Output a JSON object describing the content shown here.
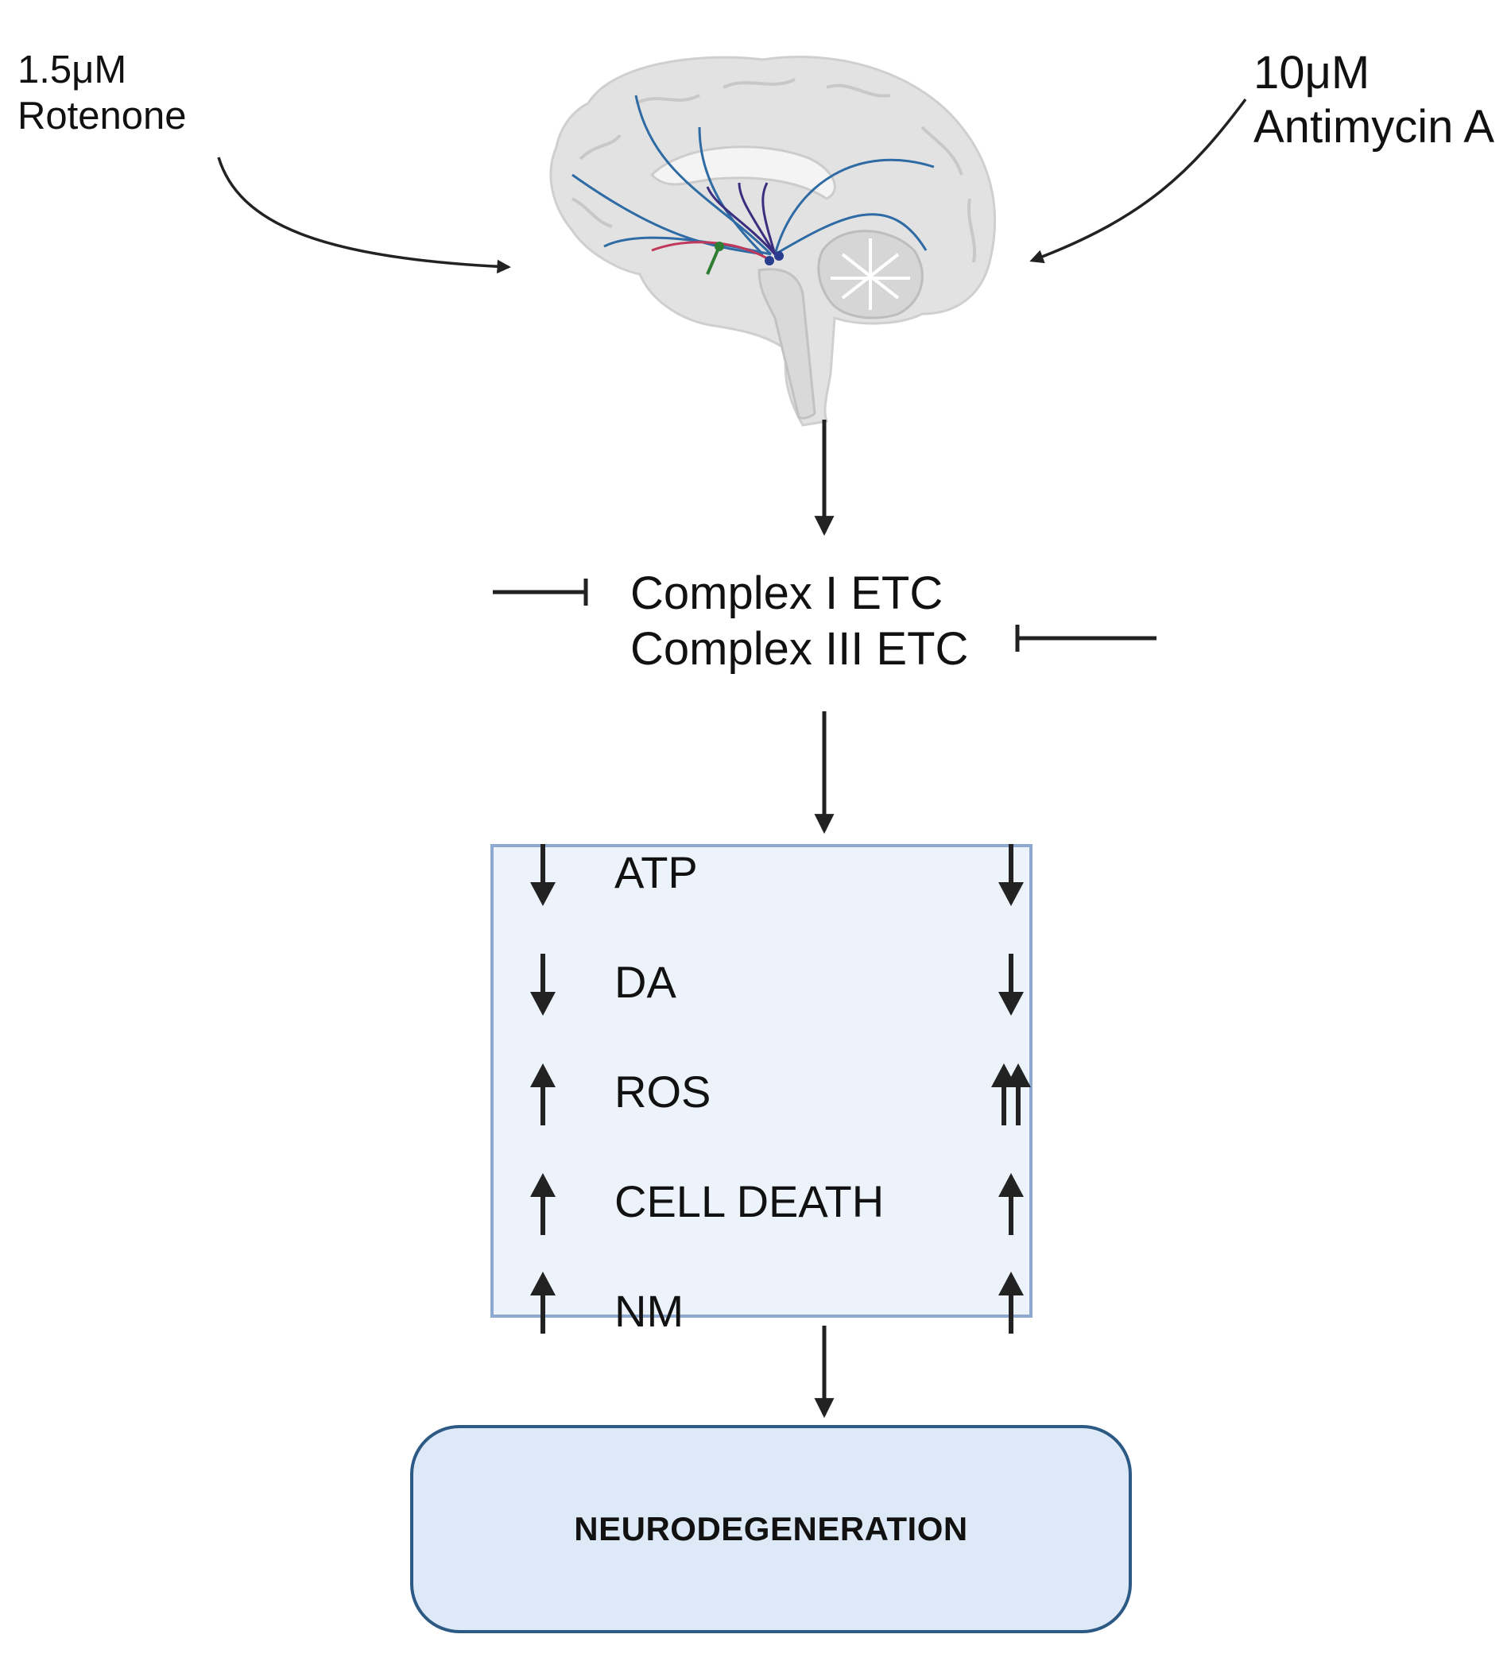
{
  "inhibitors": {
    "left": {
      "concentration": "1.5μM",
      "name": "Rotenone"
    },
    "right": {
      "concentration": "10μM",
      "name": "Antimycin A"
    }
  },
  "targets": {
    "line1": "Complex I ETC",
    "line2": "Complex III ETC"
  },
  "effects": [
    {
      "label": "ATP",
      "left": "down",
      "right": "down"
    },
    {
      "label": "DA",
      "left": "down",
      "right": "down"
    },
    {
      "label": "ROS",
      "left": "up",
      "right": "double-up"
    },
    {
      "label": "CELL DEATH",
      "left": "up",
      "right": "up"
    },
    {
      "label": "NM",
      "left": "up",
      "right": "up"
    }
  ],
  "outcome": "NEURODEGENERATION",
  "colors": {
    "box_fill": "#ecf3fa",
    "box_border": "#8ea9d0",
    "outcome_fill": "#dde9f6",
    "outcome_border": "#2d5a85",
    "arrow": "#222222",
    "brain": "#e2e2e2"
  },
  "icons": [
    "brain-icon"
  ]
}
